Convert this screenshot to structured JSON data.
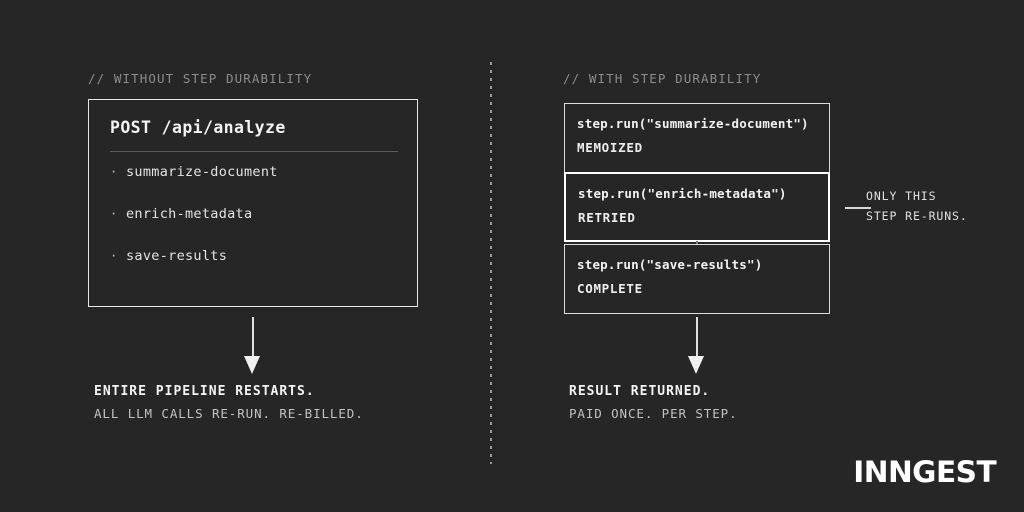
{
  "meta": {
    "background_color": "#262626",
    "accent_color": "#ffffff",
    "muted_text_color": "#8c8c8c"
  },
  "left": {
    "header": "// WITHOUT STEP DURABILITY",
    "box": {
      "title": "POST /api/analyze",
      "steps": [
        {
          "bullet": "·",
          "label": "summarize-document"
        },
        {
          "bullet": "·",
          "label": "enrich-metadata"
        },
        {
          "bullet": "·",
          "label": "save-results"
        }
      ]
    },
    "caption": {
      "headline": "ENTIRE PIPELINE RESTARTS.",
      "subline": "ALL LLM CALLS RE-RUN. RE-BILLED."
    }
  },
  "right": {
    "header": "// WITH STEP DURABILITY",
    "steps": [
      {
        "call": "step.run(\"summarize-document\")",
        "status": "MEMOIZED",
        "emphasis": false
      },
      {
        "call": "step.run(\"enrich-metadata\")",
        "status": "RETRIED",
        "emphasis": true
      },
      {
        "call": "step.run(\"save-results\")",
        "status": "COMPLETE",
        "emphasis": false
      }
    ],
    "annotation": {
      "line1": "ONLY THIS",
      "line2": "STEP RE-RUNS."
    },
    "caption": {
      "headline": "RESULT RETURNED.",
      "subline": "PAID ONCE. PER STEP."
    }
  },
  "brand": {
    "wordmark": "INNGEST"
  }
}
